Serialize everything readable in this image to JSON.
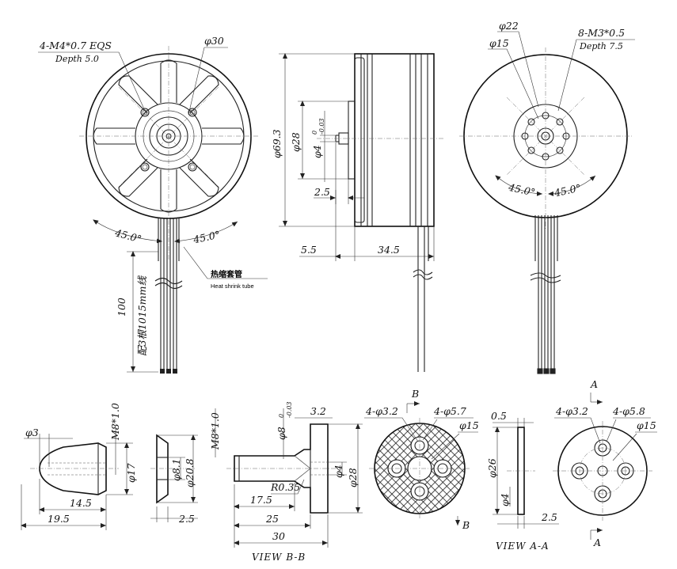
{
  "front_view": {
    "thread_label": "4-M4*0.7 EQS",
    "depth_label": "Depth 5.0",
    "dia_label": "φ30",
    "angle_left": "45.0°",
    "angle_right": "45.0°",
    "heat_shrink_cn": "热缩套管",
    "heat_shrink_en": "Heat shrink tube",
    "lead_length": "100",
    "lead_note": "配3根1015mm线"
  },
  "side_view": {
    "height": "φ69.3",
    "dia28": "φ28",
    "shaft": "φ4",
    "shaft_tol_upper": "0",
    "shaft_tol_lower": "-0.03",
    "shaft_len": "2.5",
    "offset": "5.5",
    "body_len": "34.5"
  },
  "rear_view": {
    "dia22": "φ22",
    "dia15": "φ15",
    "thread": "8-M3*0.5",
    "depth": "Depth 7.5",
    "angle_left": "45.0°",
    "angle_right": "45.0°"
  },
  "prop_nut": {
    "dia3": "φ3",
    "thread": "M8*1.0",
    "dia17": "φ17",
    "len14": "14.5",
    "len19": "19.5"
  },
  "washer": {
    "dia8": "φ8.1",
    "dia20": "φ20.8",
    "thick": "2.5"
  },
  "adapter": {
    "thread": "M8*1.0",
    "dia8": "φ8",
    "dia8_tol_upper": "0",
    "dia8_tol_lower": "-0.03",
    "flange": "3.2",
    "dia4": "φ4",
    "dia28": "φ28",
    "radius": "R0.35",
    "l17": "17.5",
    "l25": "25",
    "l30": "30",
    "view_label": "VIEW B-B"
  },
  "plate_b": {
    "holes_a": "4-φ3.2",
    "holes_b": "4-φ5.7",
    "dia15": "φ15",
    "section": "B"
  },
  "plate_a_side": {
    "thick": "0.5",
    "dia26": "φ26",
    "dia4": "φ4",
    "len": "2.5",
    "view_label": "VIEW A-A"
  },
  "plate_a": {
    "holes_a": "4-φ3.2",
    "holes_b": "4-φ5.8",
    "dia15": "φ15",
    "section": "A"
  }
}
